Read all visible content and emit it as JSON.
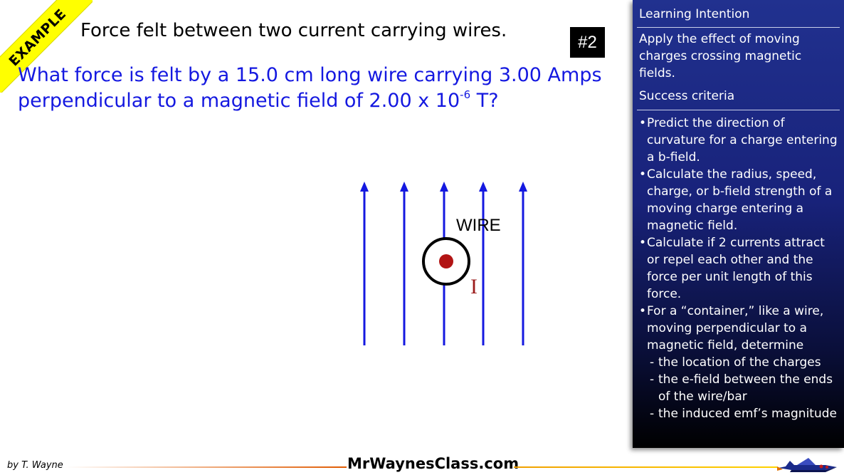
{
  "banner": {
    "text": "EXAMPLE",
    "color": "#ffff00"
  },
  "slide": {
    "title": "Force felt between two current carrying wires.",
    "number": "#2",
    "question_part1": "What force is felt by a 15.0 cm long wire carrying 3.00 Amps perpendicular to a magnetic field of 2.00 x 10",
    "question_exp": "-6",
    "question_part2": " T?",
    "question_color": "#1418e0"
  },
  "diagram": {
    "wire_label": "WIRE",
    "current_label": "I",
    "field_line_color": "#1418e0",
    "field_direction": "up",
    "current_direction": "out-of-page",
    "dot_color": "#b21414"
  },
  "panel": {
    "learning_intention_heading": "Learning Intention",
    "learning_intention": "Apply the effect of moving charges crossing magnetic fields.",
    "success_criteria_heading": "Success criteria",
    "criteria": [
      "Predict the direction of curvature for a charge entering a b-field.",
      "Calculate the radius, speed, charge, or b-field strength of a moving charge entering a magnetic field.",
      "Calculate if 2 currents attract or repel each other and the force per unit length of this force.",
      "For a “container,” like a wire, moving perpendicular to a magnetic field, determine"
    ],
    "sub_criteria": [
      "the location of the charges",
      "the e-field between the ends of the wire/bar",
      "the induced emf’s magnitude"
    ],
    "gradient_top": "#21318f",
    "gradient_bottom": "#000000"
  },
  "footer": {
    "author": "by T. Wayne",
    "site": "MrWaynesClass.com",
    "logo_icon": "rocket-icon"
  }
}
